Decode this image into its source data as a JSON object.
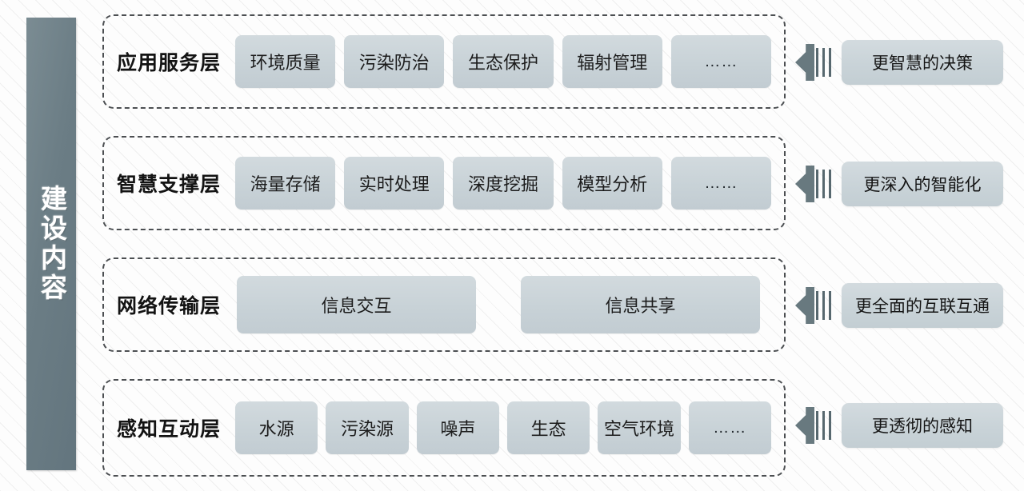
{
  "sidebar": {
    "title": "建设内容"
  },
  "layers": [
    {
      "name": "应用服务层",
      "items": [
        "环境质量",
        "污染防治",
        "生态保护",
        "辐射管理",
        "……"
      ],
      "outcome": "更智慧的决策",
      "arrow_icon": "left-arrow-icon"
    },
    {
      "name": "智慧支撑层",
      "items": [
        "海量存储",
        "实时处理",
        "深度挖掘",
        "模型分析",
        "……"
      ],
      "outcome": "更深入的智能化",
      "arrow_icon": "left-arrow-icon"
    },
    {
      "name": "网络传输层",
      "items": [
        "信息交互",
        "信息共享"
      ],
      "outcome": "更全面的互联互通",
      "arrow_icon": "left-arrow-icon"
    },
    {
      "name": "感知互动层",
      "items": [
        "水源",
        "污染源",
        "噪声",
        "生态",
        "空气环境",
        "……"
      ],
      "outcome": "更透彻的感知",
      "arrow_icon": "left-arrow-icon"
    }
  ],
  "colors": {
    "sidebar_bar": "#6b7d85",
    "item_box": "#c8d2d7",
    "outcome_pill": "#c9d3d8",
    "arrow": "#68797f",
    "dashed_border": "#4c4f52",
    "background": "#fdfdfd"
  }
}
